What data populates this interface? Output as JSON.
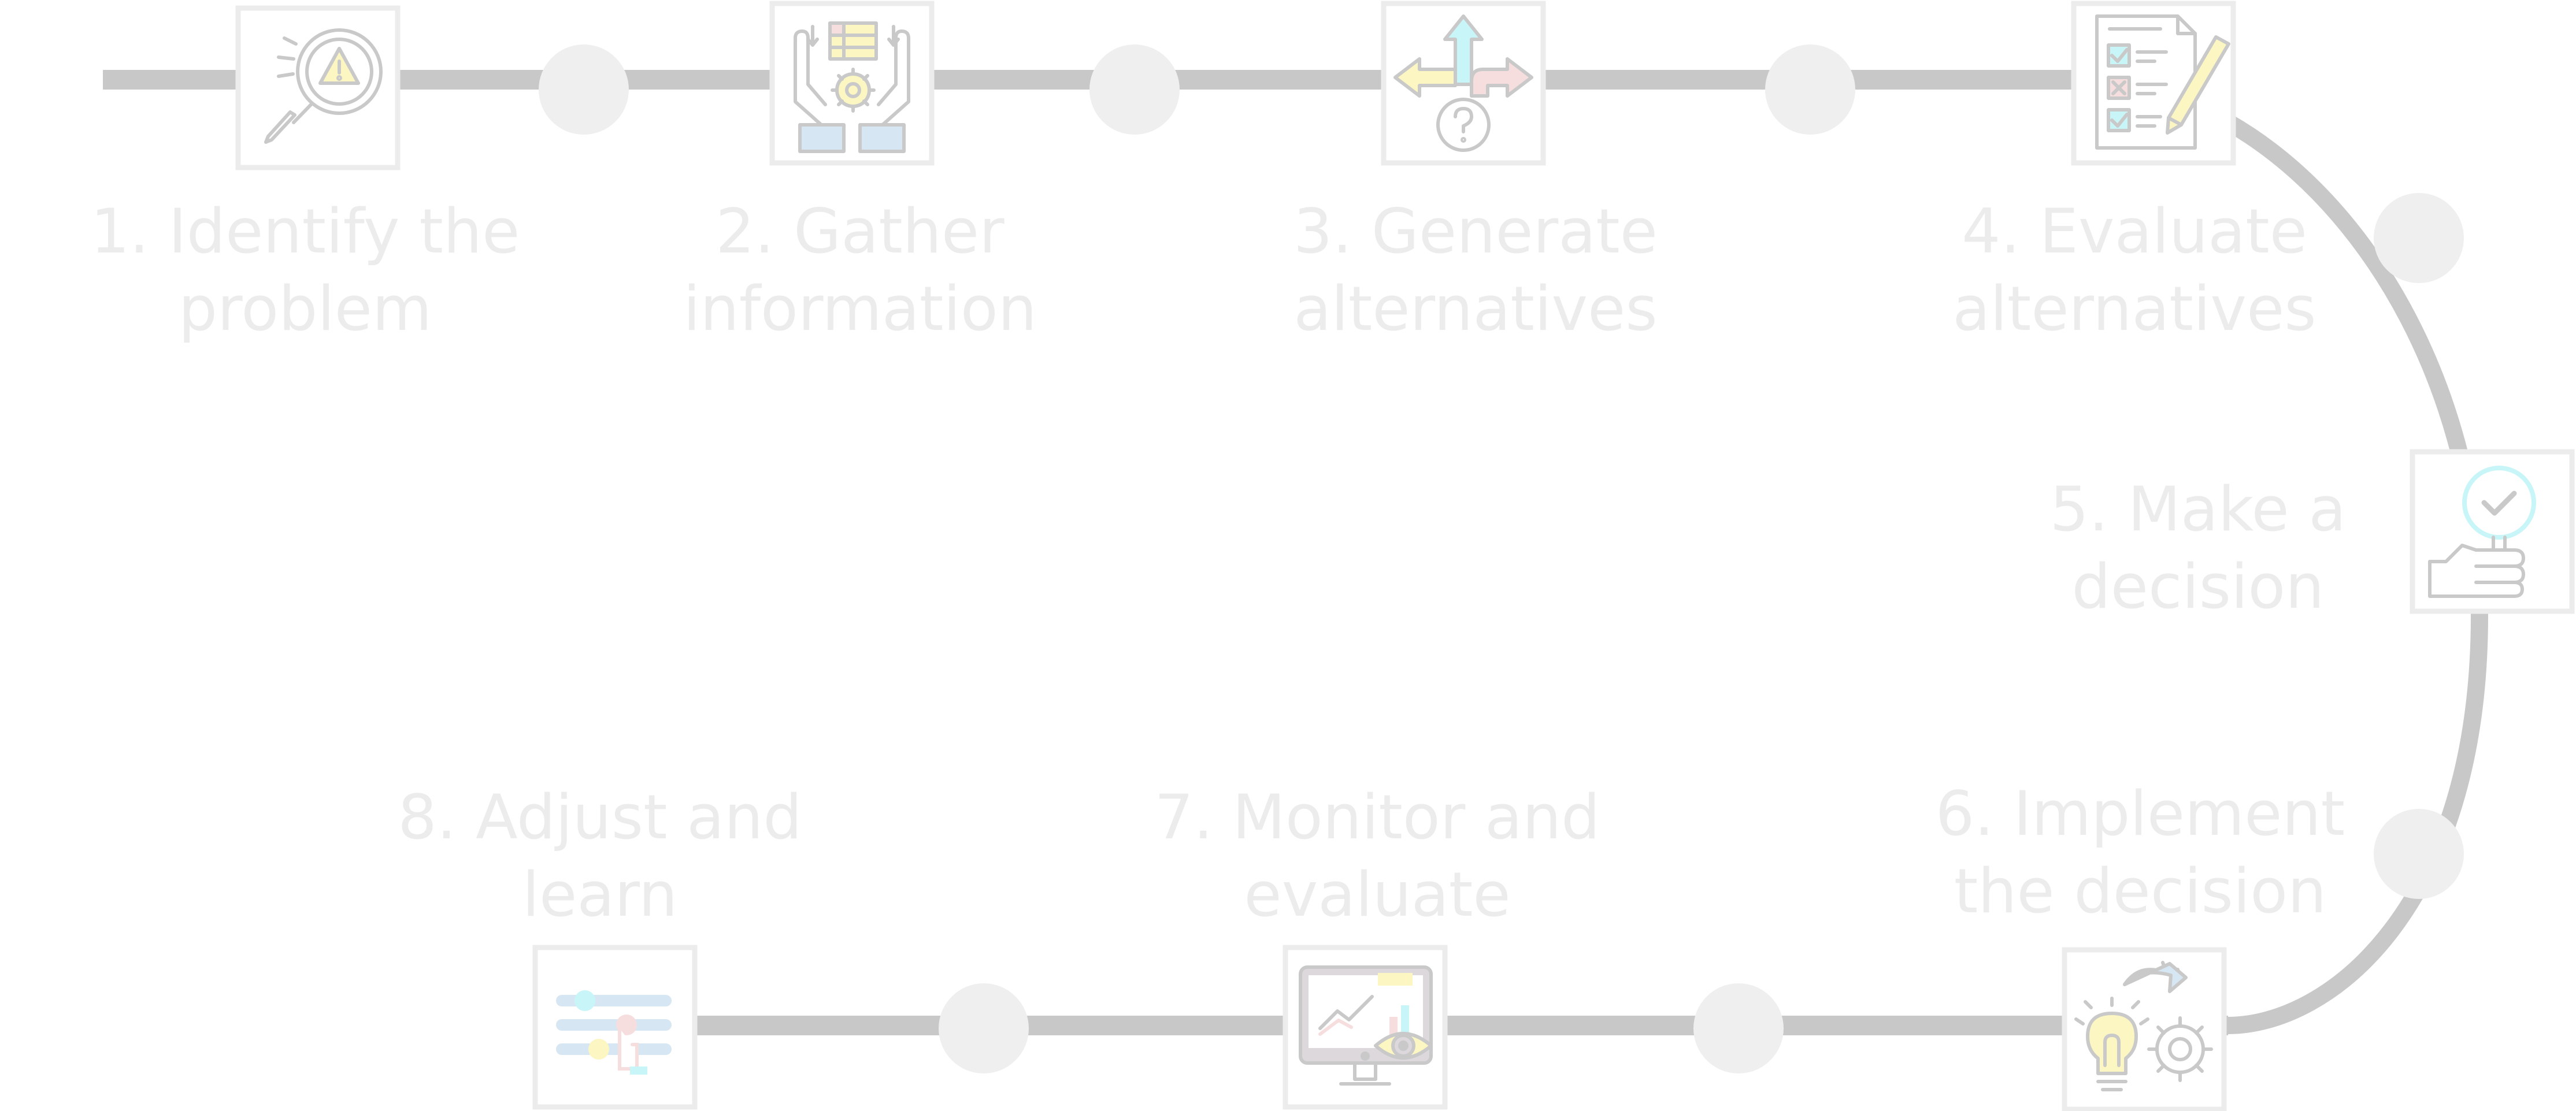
{
  "steps": [
    {
      "label": "1. Identify the\nproblem",
      "icon": "magnifier-warning-icon"
    },
    {
      "label": "2. Gather\ninformation",
      "icon": "hands-gear-list-icon"
    },
    {
      "label": "3. Generate\nalternatives",
      "icon": "arrows-question-icon"
    },
    {
      "label": "4. Evaluate\nalternatives",
      "icon": "checklist-pencil-icon"
    },
    {
      "label": "5. Make a\ndecision",
      "icon": "hand-check-icon"
    },
    {
      "label": "6. Implement\nthe decision",
      "icon": "bulb-gear-icon"
    },
    {
      "label": "7. Monitor and\nevaluate",
      "icon": "monitor-eye-icon"
    },
    {
      "label": "8. Adjust and\nlearn",
      "icon": "sliders-hand-icon"
    }
  ],
  "colors": {
    "track": "#c8c8c8",
    "node": "#efefef",
    "box": "#ececec",
    "text": "#ececec",
    "icon_line": "#c9c9c9",
    "accent_yellow": "#fbf6c2",
    "accent_cyan": "#c8f6f8",
    "accent_pink": "#f6dede",
    "accent_blue": "#d6e7f3"
  }
}
